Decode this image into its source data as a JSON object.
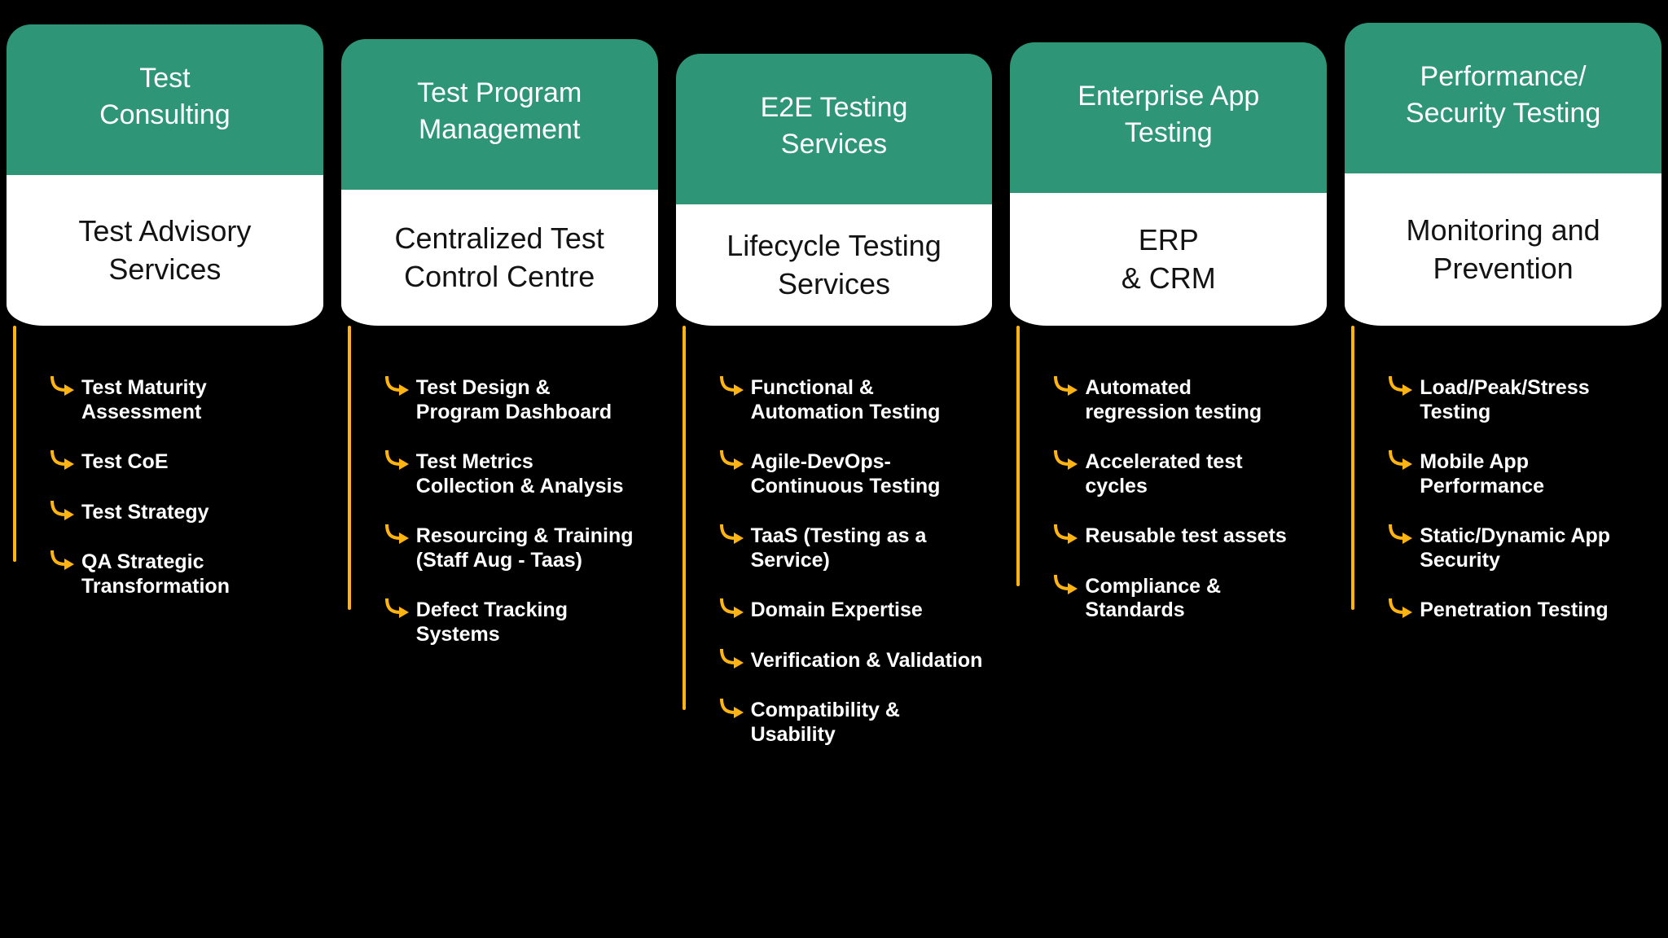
{
  "theme": {
    "header_green": "#2E9577",
    "arrow_yellow": "#FFB412",
    "background": "#000000"
  },
  "columns": [
    {
      "header": "Test\nConsulting",
      "subheader": "Test Advisory\nServices",
      "items": [
        "Test Maturity\nAssessment",
        "Test CoE",
        "Test Strategy",
        "QA Strategic\nTransformation"
      ]
    },
    {
      "header": "Test Program\nManagement",
      "subheader": "Centralized Test\nControl Centre",
      "items": [
        "Test Design &\nProgram Dashboard",
        "Test Metrics\nCollection & Analysis",
        "Resourcing & Training\n(Staff Aug - Taas)",
        "Defect Tracking\nSystems"
      ]
    },
    {
      "header": "E2E Testing\nServices",
      "subheader": "Lifecycle Testing\nServices",
      "items": [
        "Functional &\nAutomation Testing",
        "Agile-DevOps-\nContinuous Testing",
        "TaaS (Testing as a\nService)",
        "Domain Expertise",
        "Verification & Validation",
        "Compatibility & Usability"
      ]
    },
    {
      "header": "Enterprise App\nTesting",
      "subheader": "ERP\n& CRM",
      "items": [
        "Automated\nregression testing",
        "Accelerated test\ncycles",
        "Reusable test assets",
        "Compliance &\nStandards"
      ]
    },
    {
      "header": "Performance/\nSecurity Testing",
      "subheader": "Monitoring and\nPrevention",
      "items": [
        "Load/Peak/Stress\nTesting",
        "Mobile App\nPerformance",
        "Static/Dynamic App\nSecurity",
        "Penetration Testing"
      ]
    }
  ]
}
